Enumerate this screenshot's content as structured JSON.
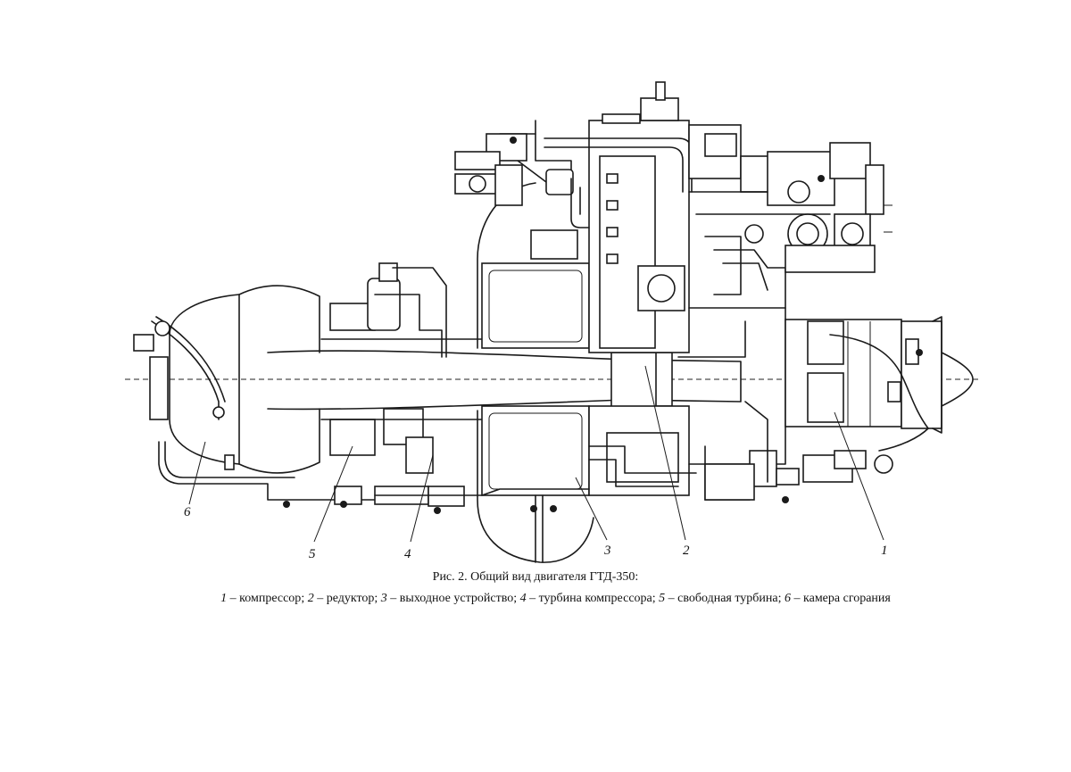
{
  "figure": {
    "title": "Рис. 2. Общий вид двигателя ГТД-350:",
    "legend": [
      {
        "num": "1",
        "text": "компрессор"
      },
      {
        "num": "2",
        "text": "редуктор"
      },
      {
        "num": "3",
        "text": "выходное устройство"
      },
      {
        "num": "4",
        "text": "турбина компрессора"
      },
      {
        "num": "5",
        "text": "свободная турбина"
      },
      {
        "num": "6",
        "text": "камера сгорания"
      }
    ],
    "callouts": [
      "1",
      "2",
      "3",
      "4",
      "5",
      "6"
    ]
  }
}
